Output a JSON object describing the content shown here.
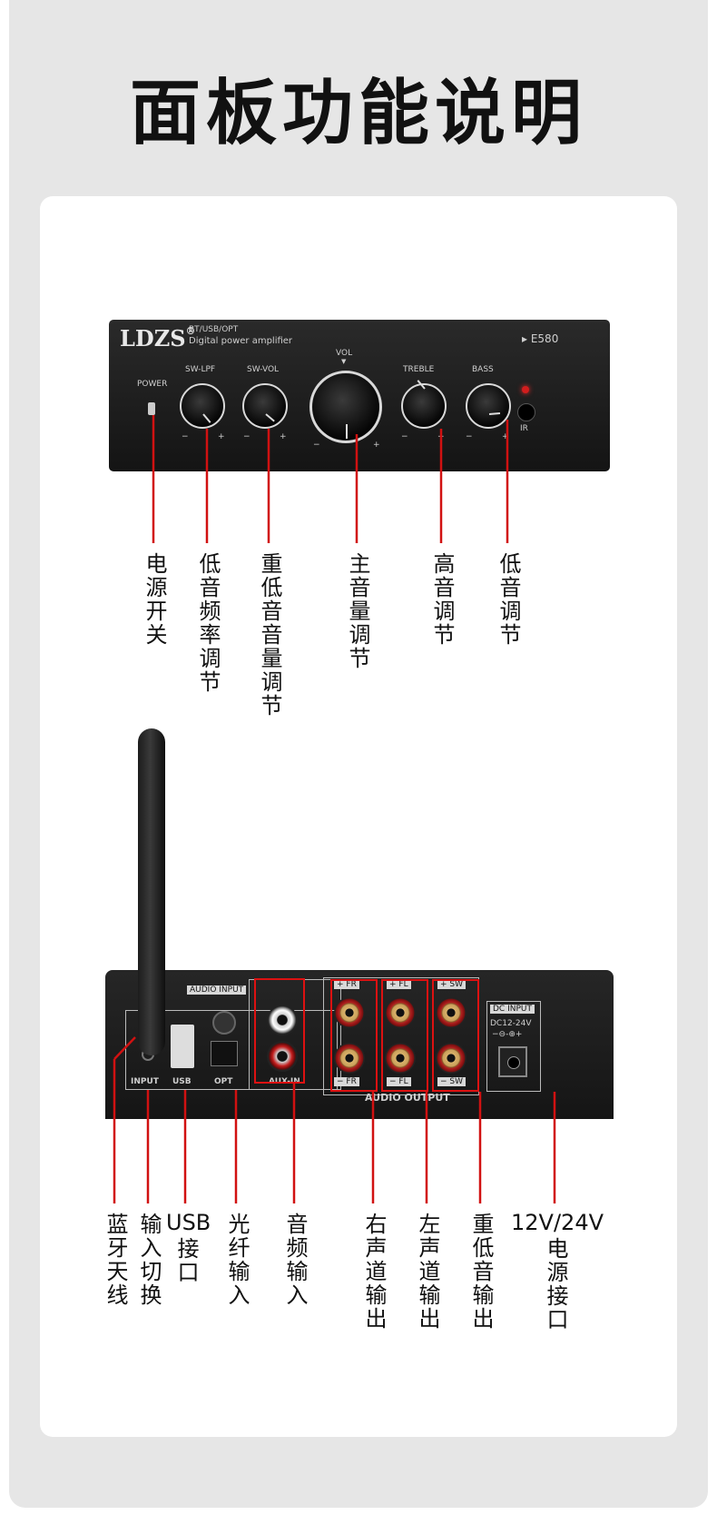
{
  "title": "面板功能说明",
  "front_panel": {
    "brand": "LDZS",
    "reg_mark": "®",
    "subtitle_line1": "BT/USB/OPT",
    "subtitle_line2": "Digital power amplifier",
    "model": "▸ E580",
    "power_label": "POWER",
    "swlpf_label": "SW-LPF",
    "swvol_label": "SW-VOL",
    "vol_label": "VOL",
    "vol_arrow": "▼",
    "treble_label": "TREBLE",
    "bass_label": "BASS",
    "ir_label": "IR",
    "minus": "−",
    "plus": "+"
  },
  "front_callouts": {
    "power": "电源开关",
    "swlpf": "低音频率调节",
    "swvol": "重低音音量调节",
    "vol": "主音量调节",
    "treble": "高音调节",
    "bass": "低音调节"
  },
  "rear_panel": {
    "audio_input_label": "AUDIO INPUT",
    "input_label": "INPUT",
    "usb_label": "USB",
    "opt_label": "OPT",
    "aux_label": "AUX-IN",
    "fr_plus": "+ FR",
    "fl_plus": "+ FL",
    "sw_plus": "+ SW",
    "fr_minus": "− FR",
    "fl_minus": "− FL",
    "sw_minus": "− SW",
    "audio_output_label": "AUDIO  OUTPUT",
    "dc_input_label": "DC INPUT",
    "dc_spec": "DC12-24V",
    "dc_polarity": "−⊖-⊕+"
  },
  "rear_callouts": {
    "antenna": "蓝牙天线",
    "input": "输入切换",
    "usb_top": "USB",
    "usb_bottom": "接口",
    "opt": "光纤输入",
    "aux": "音频输入",
    "fr": "右声道输出",
    "fl": "左声道输出",
    "sw": "重低音输出",
    "dc_top": "12V/24V",
    "dc_bottom": "电源接口"
  },
  "colors": {
    "accent_red": "#d11111",
    "title": "#111111",
    "bg": "#e6e6e6"
  }
}
